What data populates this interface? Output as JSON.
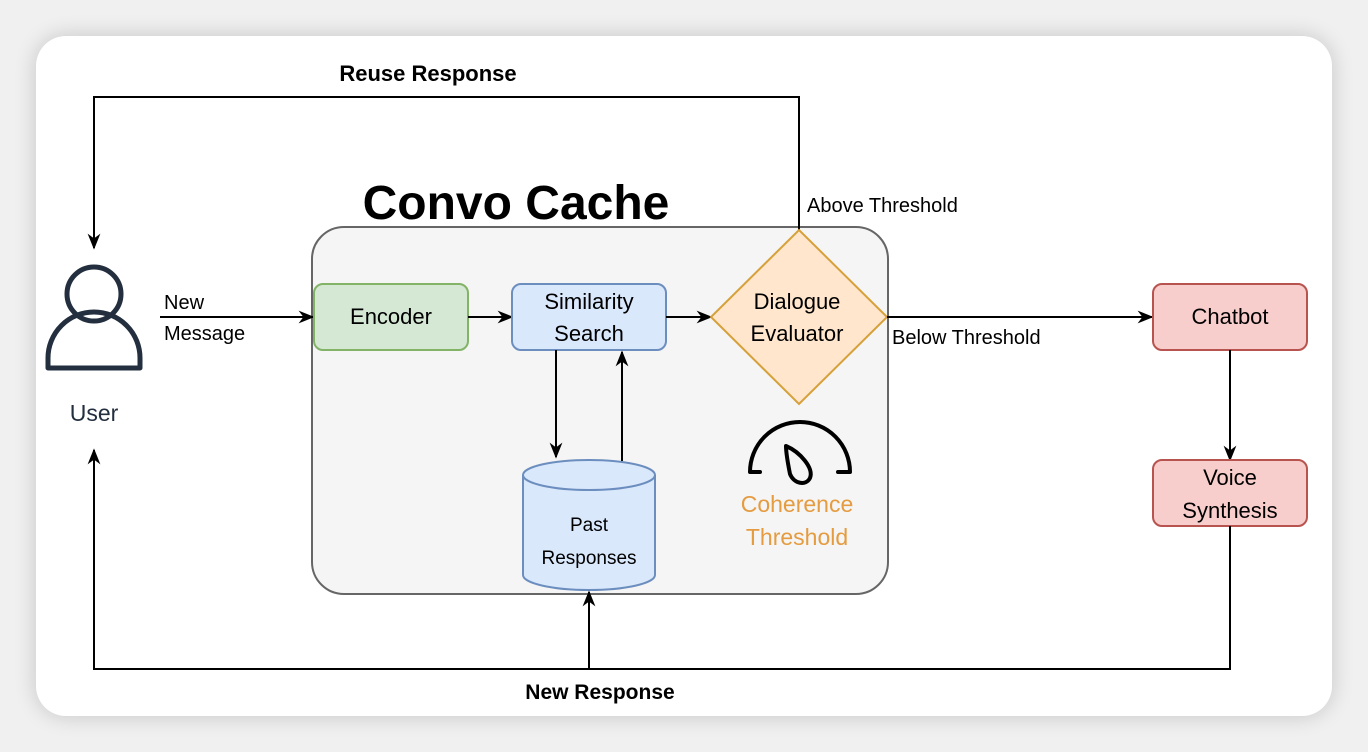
{
  "diagram": {
    "title": "Convo Cache",
    "colors": {
      "encoder_fill": "#d5e8d4",
      "encoder_stroke": "#82b366",
      "search_fill": "#dae8fc",
      "search_stroke": "#6c8ebf",
      "evaluator_fill": "#ffe6cc",
      "evaluator_stroke": "#d6a13a",
      "chatbot_fill": "#f8cecc",
      "chatbot_stroke": "#b85450",
      "threshold_text": "#e59b3f",
      "user_icon": "#232f3e",
      "container_fill": "#f5f5f5",
      "container_stroke": "#666666"
    },
    "nodes": {
      "user": {
        "label": "User"
      },
      "encoder": {
        "label": "Encoder"
      },
      "similarity_search": {
        "line1": "Similarity",
        "line2": "Search"
      },
      "dialogue_evaluator": {
        "line1": "Dialogue",
        "line2": "Evaluator"
      },
      "past_responses": {
        "line1": "Past",
        "line2": "Responses"
      },
      "coherence_threshold": {
        "line1": "Coherence",
        "line2": "Threshold",
        "icon": "gauge-icon"
      },
      "chatbot": {
        "label": "Chatbot"
      },
      "voice_synthesis": {
        "line1": "Voice",
        "line2": "Synthesis"
      }
    },
    "edges": {
      "reuse_response": "Reuse Response",
      "new_message_line1": "New",
      "new_message_line2": "Message",
      "above_threshold": "Above Threshold",
      "below_threshold": "Below Threshold",
      "new_response": "New Response"
    }
  }
}
